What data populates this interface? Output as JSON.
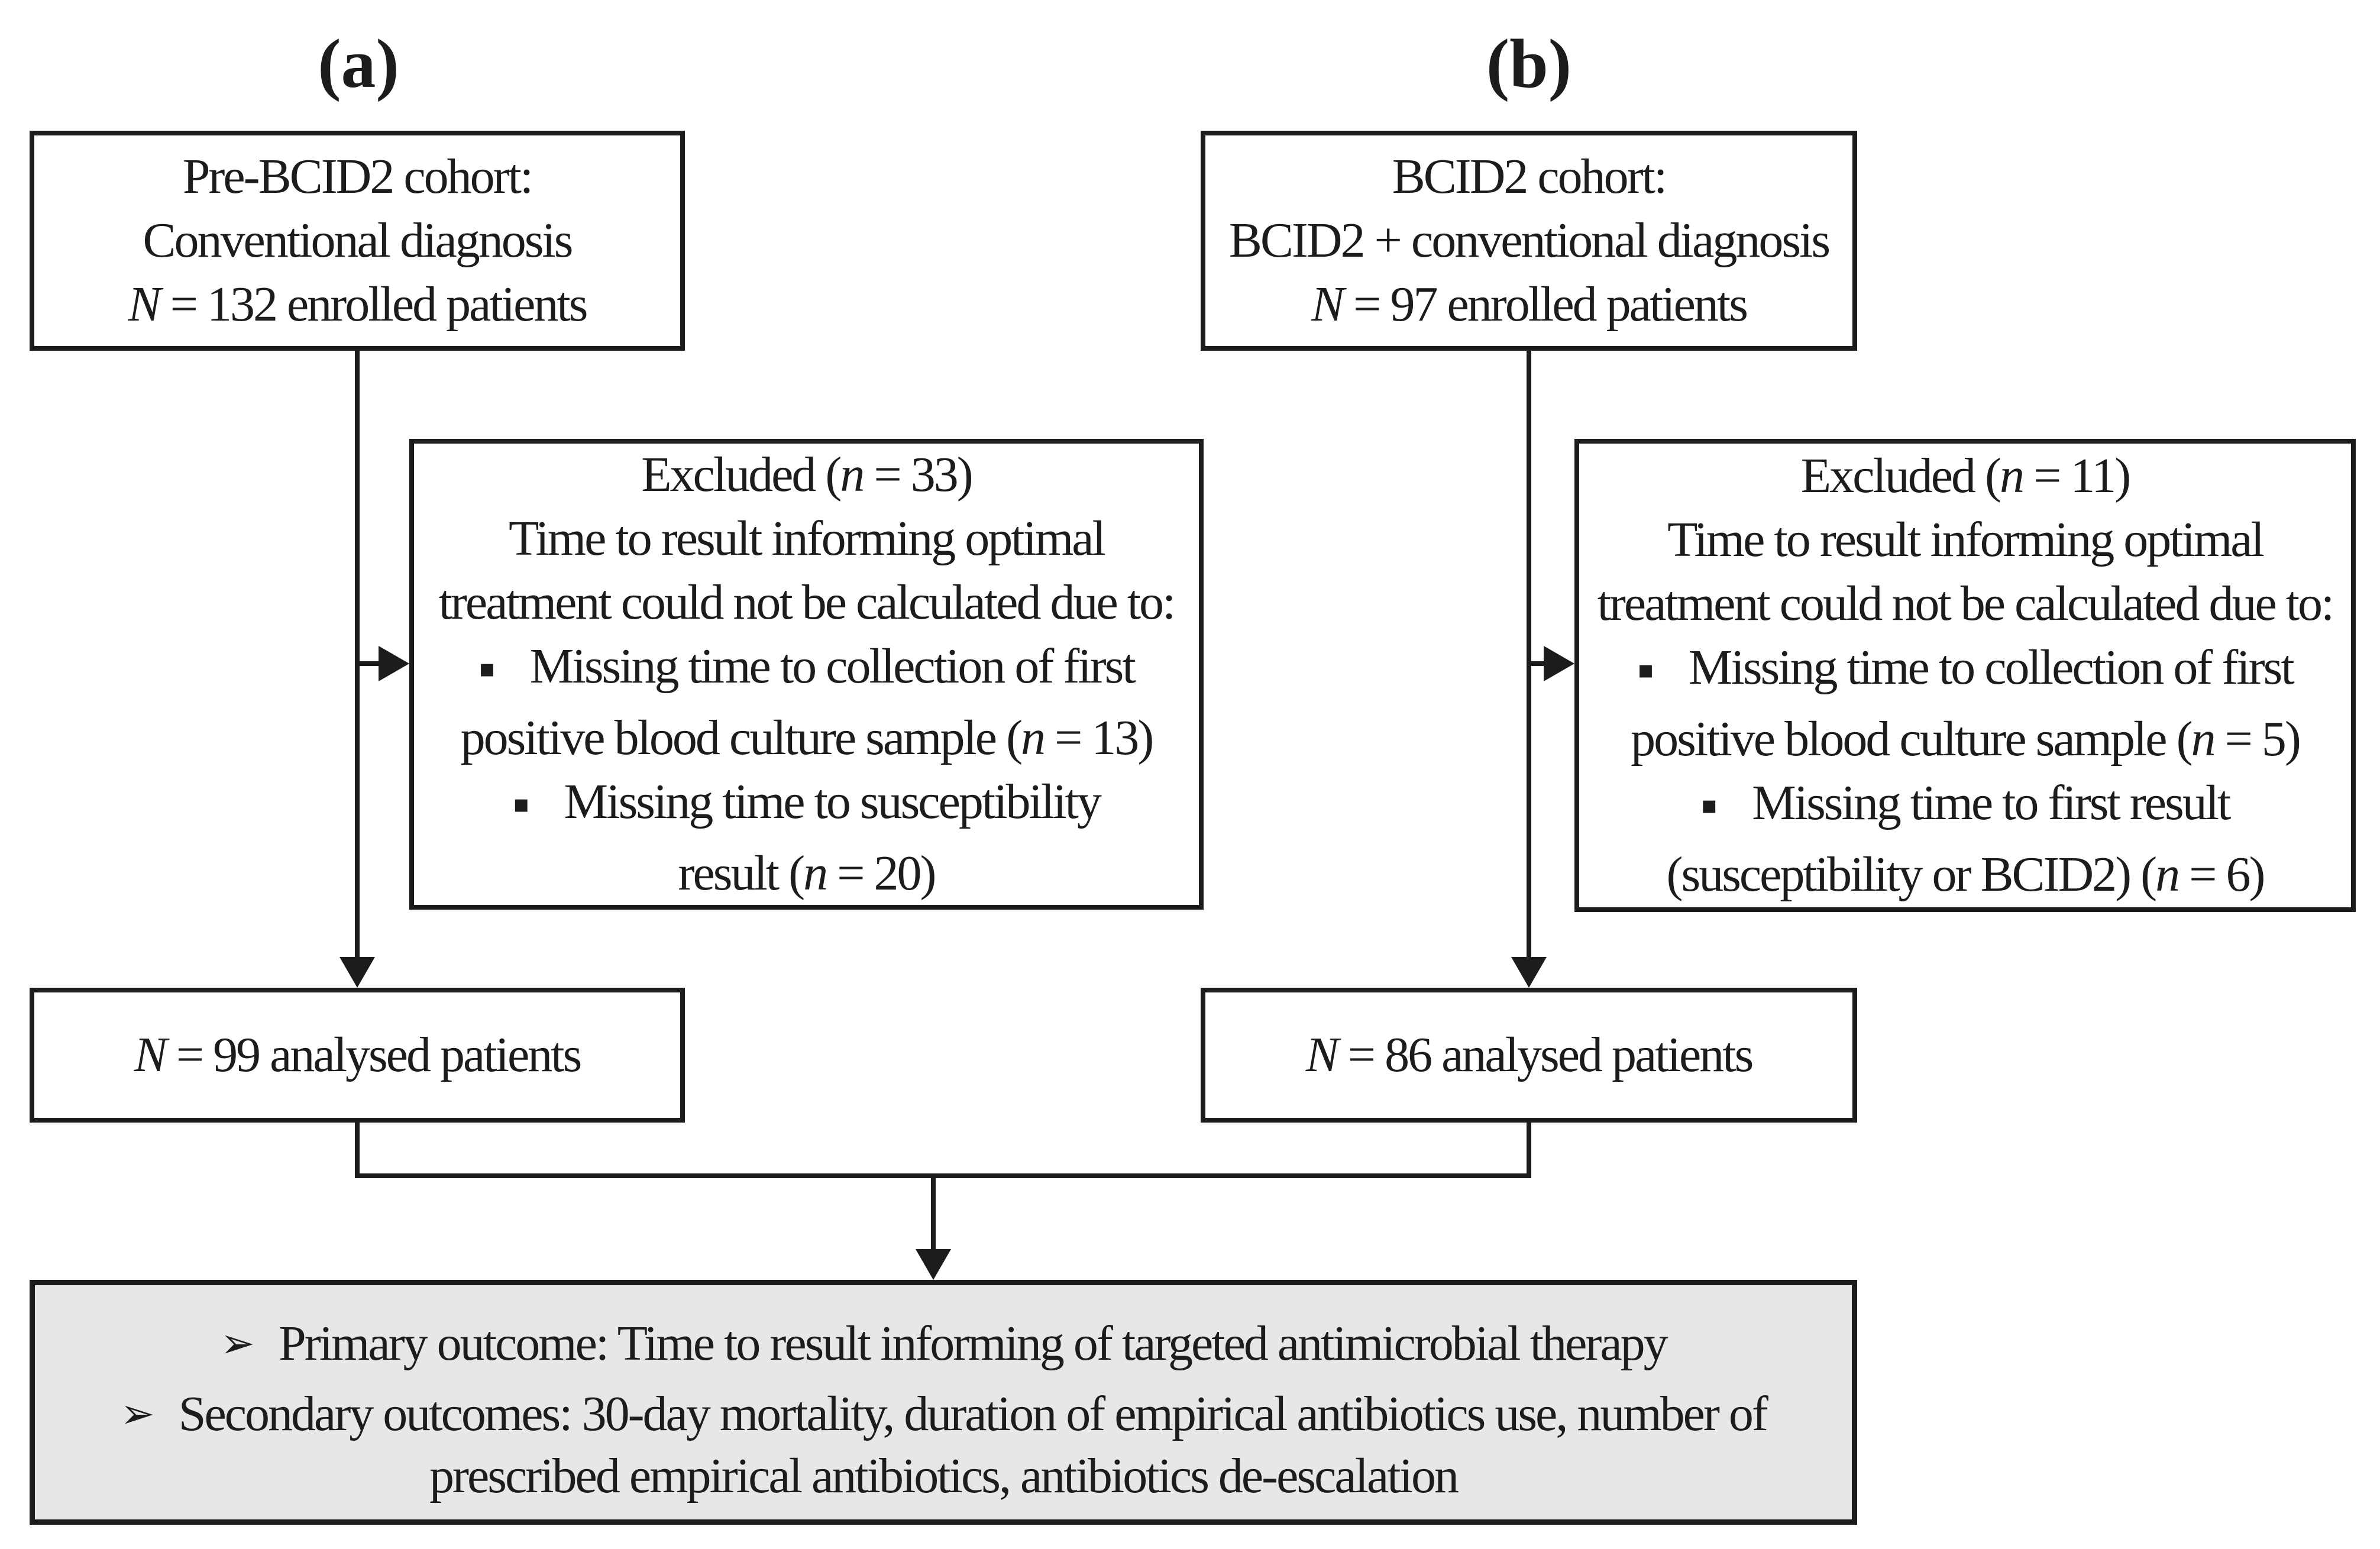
{
  "page": {
    "background": "#ffffff",
    "ink": "#1c1c1c",
    "outcome_fill": "#e7e7e7"
  },
  "icons": {
    "square_bullet": "▪",
    "arrow_bullet": "➢"
  },
  "labels": {
    "a": "(a)",
    "b": "(b)"
  },
  "boxes": {
    "enrolled_a": {
      "lines": [
        {
          "segs": [
            {
              "t": "Pre-BCID2 cohort:"
            }
          ]
        },
        {
          "segs": [
            {
              "t": "Conventional diagnosis"
            }
          ]
        },
        {
          "segs": [
            {
              "t": "N",
              "i": true
            },
            {
              "t": " = 132 enrolled patients"
            }
          ]
        }
      ]
    },
    "enrolled_b": {
      "lines": [
        {
          "segs": [
            {
              "t": "BCID2 cohort:"
            }
          ]
        },
        {
          "segs": [
            {
              "t": "BCID2 + conventional diagnosis"
            }
          ]
        },
        {
          "segs": [
            {
              "t": "N",
              "i": true
            },
            {
              "t": " = 97 enrolled patients"
            }
          ]
        }
      ]
    },
    "excluded_a": {
      "lines": [
        {
          "segs": [
            {
              "t": "Excluded ("
            },
            {
              "t": "n",
              "i": true
            },
            {
              "t": " = 33)"
            }
          ]
        },
        {
          "segs": [
            {
              "t": "Time to result informing optimal"
            }
          ]
        },
        {
          "segs": [
            {
              "t": "treatment could not be calculated due to:"
            }
          ]
        },
        {
          "b": "sq",
          "segs": [
            {
              "t": "Missing time to collection of first"
            }
          ]
        },
        {
          "segs": [
            {
              "t": "positive blood culture sample ("
            },
            {
              "t": "n",
              "i": true
            },
            {
              "t": " = 13)"
            }
          ]
        },
        {
          "b": "sq",
          "segs": [
            {
              "t": "Missing time to susceptibility"
            }
          ]
        },
        {
          "segs": [
            {
              "t": "result ("
            },
            {
              "t": "n",
              "i": true
            },
            {
              "t": " = 20)"
            }
          ]
        }
      ]
    },
    "excluded_b": {
      "lines": [
        {
          "segs": [
            {
              "t": "Excluded ("
            },
            {
              "t": "n",
              "i": true
            },
            {
              "t": " = 11)"
            }
          ]
        },
        {
          "segs": [
            {
              "t": "Time to result informing optimal"
            }
          ]
        },
        {
          "segs": [
            {
              "t": "treatment could not be calculated due to:"
            }
          ]
        },
        {
          "b": "sq",
          "segs": [
            {
              "t": "Missing time to collection of first"
            }
          ]
        },
        {
          "segs": [
            {
              "t": "positive blood culture sample ("
            },
            {
              "t": "n",
              "i": true
            },
            {
              "t": " = 5)"
            }
          ]
        },
        {
          "b": "sq",
          "segs": [
            {
              "t": "Missing time to first result"
            }
          ]
        },
        {
          "segs": [
            {
              "t": "(susceptibility or BCID2) ("
            },
            {
              "t": "n",
              "i": true
            },
            {
              "t": " = 6)"
            }
          ]
        }
      ]
    },
    "analysed_a": {
      "lines": [
        {
          "segs": [
            {
              "t": "N",
              "i": true
            },
            {
              "t": " = 99 analysed patients"
            }
          ]
        }
      ]
    },
    "analysed_b": {
      "lines": [
        {
          "segs": [
            {
              "t": "N",
              "i": true
            },
            {
              "t": " = 86 analysed patients"
            }
          ]
        }
      ]
    },
    "outcomes": {
      "lines": [
        {
          "b": "arr",
          "segs": [
            {
              "t": "Primary outcome: Time to result informing of targeted antimicrobial therapy"
            }
          ]
        },
        {
          "b": "arr",
          "gap": true,
          "segs": [
            {
              "t": "Secondary outcomes: 30-day mortality, duration of empirical antibiotics use, number of"
            }
          ]
        },
        {
          "segs": [
            {
              "t": "prescribed empirical antibiotics, antibiotics de-escalation"
            }
          ]
        }
      ]
    }
  }
}
